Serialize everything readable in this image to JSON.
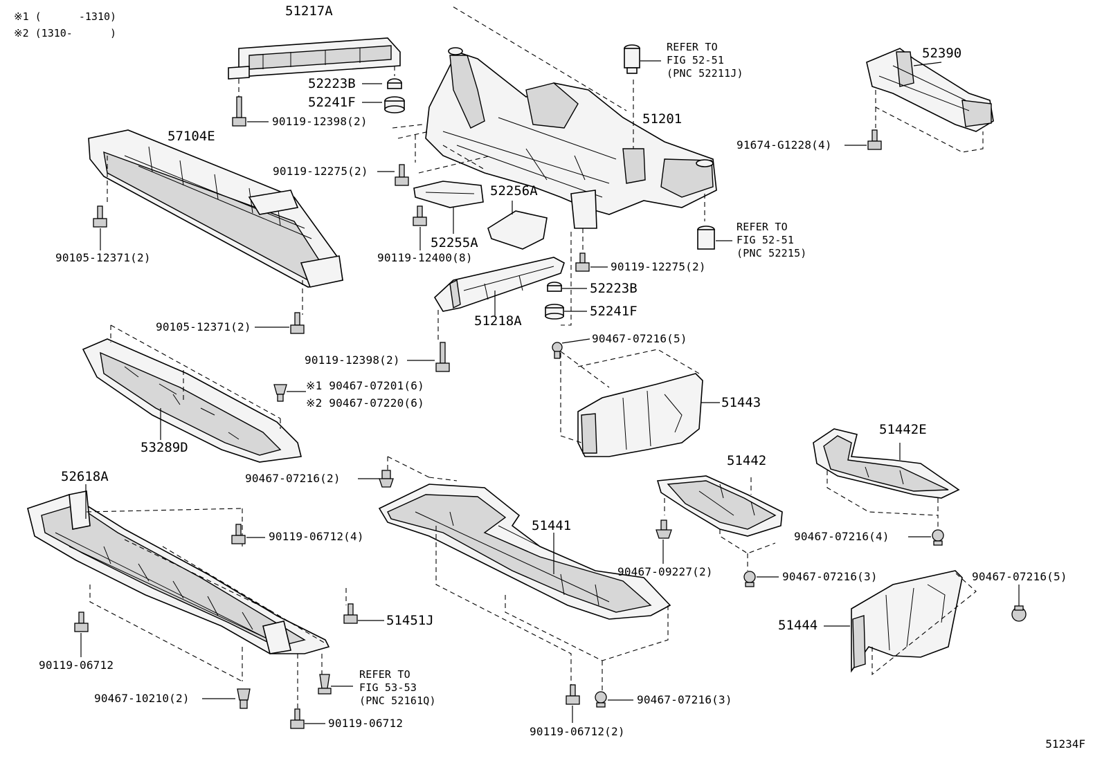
{
  "notes": {
    "n1": "※1 (      -1310)",
    "n2": "※2 (1310-      )"
  },
  "labels": {
    "p51217A": "51217A",
    "p52223B_top": "52223B",
    "p52241F_top": "52241F",
    "p90119_12398_top": "90119-12398(2)",
    "p57104E": "57104E",
    "p90119_12275_left": "90119-12275(2)",
    "p52256A": "52256A",
    "p52255A": "52255A",
    "p90119_12400": "90119-12400(8)",
    "p90105_12371_a": "90105-12371(2)",
    "p90105_12371_b": "90105-12371(2)",
    "p51201": "51201",
    "p90119_12275_right": "90119-12275(2)",
    "p52223B_bot": "52223B",
    "p52241F_bot": "52241F",
    "p51218A": "51218A",
    "p90119_12398_bot": "90119-12398(2)",
    "p90467_07201": "※1 90467-07201(6)",
    "p90467_07220": "※2 90467-07220(6)",
    "p53289D": "53289D",
    "p52390": "52390",
    "p91674": "91674-G1228(4)",
    "p90467_07216_5a": "90467-07216(5)",
    "p51443": "51443",
    "p52618A": "52618A",
    "p90467_07216_2": "90467-07216(2)",
    "p90119_06712_4": "90119-06712(4)",
    "p51442E": "51442E",
    "p51442": "51442",
    "p51441": "51441",
    "p90467_07216_4": "90467-07216(4)",
    "p90467_09227": "90467-09227(2)",
    "p90467_07216_3a": "90467-07216(3)",
    "p90467_07216_5b": "90467-07216(5)",
    "p51451J": "51451J",
    "p51444": "51444",
    "p90119_06712_left": "90119-06712",
    "p90467_10210": "90467-10210(2)",
    "p90119_06712_bot": "90119-06712",
    "p90119_06712_2": "90119-06712(2)",
    "p90467_07216_3b": "90467-07216(3)"
  },
  "refs": {
    "ref1": [
      "REFER TO",
      "FIG 52-51",
      "(PNC 52211J)"
    ],
    "ref2": [
      "REFER TO",
      "FIG 52-51",
      "(PNC 52215)"
    ],
    "ref3": [
      "REFER TO",
      "FIG 53-53",
      "(PNC 52161Q)"
    ]
  },
  "diagram_number": "51234F"
}
